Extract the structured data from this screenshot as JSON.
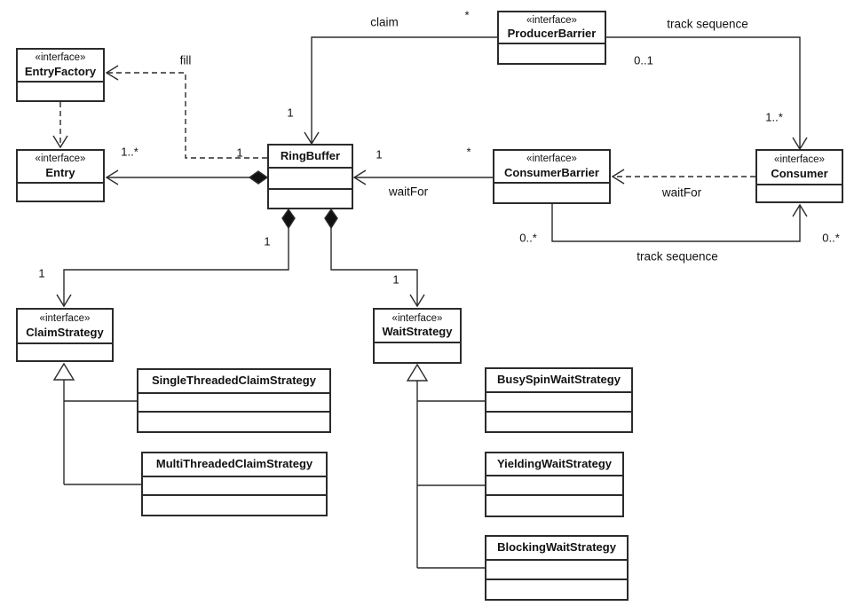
{
  "classes": {
    "entry_factory": {
      "stereotype": "«interface»",
      "name": "EntryFactory"
    },
    "entry": {
      "stereotype": "«interface»",
      "name": "Entry"
    },
    "ring_buffer": {
      "name": "RingBuffer"
    },
    "producer_barrier": {
      "stereotype": "«interface»",
      "name": "ProducerBarrier"
    },
    "consumer_barrier": {
      "stereotype": "«interface»",
      "name": "ConsumerBarrier"
    },
    "consumer": {
      "stereotype": "«interface»",
      "name": "Consumer"
    },
    "claim_strategy": {
      "stereotype": "«interface»",
      "name": "ClaimStrategy"
    },
    "wait_strategy": {
      "stereotype": "«interface»",
      "name": "WaitStrategy"
    },
    "single_threaded_claim_strategy": {
      "name": "SingleThreadedClaimStrategy"
    },
    "multi_threaded_claim_strategy": {
      "name": "MultiThreadedClaimStrategy"
    },
    "busy_spin_wait_strategy": {
      "name": "BusySpinWaitStrategy"
    },
    "yielding_wait_strategy": {
      "name": "YieldingWaitStrategy"
    },
    "blocking_wait_strategy": {
      "name": "BlockingWaitStrategy"
    }
  },
  "labels": {
    "claim": "claim",
    "fill": "fill",
    "waitfor_ringbuffer": "waitFor",
    "waitfor_barrier": "waitFor",
    "track_sequence_top": "track sequence",
    "track_sequence_bottom": "track sequence"
  },
  "multiplicities": {
    "claim_producer": "*",
    "claim_ringbuffer": "1",
    "track_producer": "0..1",
    "track_consumer_top": "1..*",
    "entries": "1..*",
    "fill_ringbuffer": "1",
    "waitfor_ringbuffer": "1",
    "waitfor_barrier": "*",
    "track_barrier_bottom": "0..*",
    "track_consumer_bottom": "0..*",
    "claimstrategy_near_diamond": "1",
    "claimstrategy_near_corner": "1",
    "waitstrategy": "1"
  },
  "colors": {
    "line": "#2b2b2b",
    "background": "#ffffff",
    "text": "#111111"
  }
}
